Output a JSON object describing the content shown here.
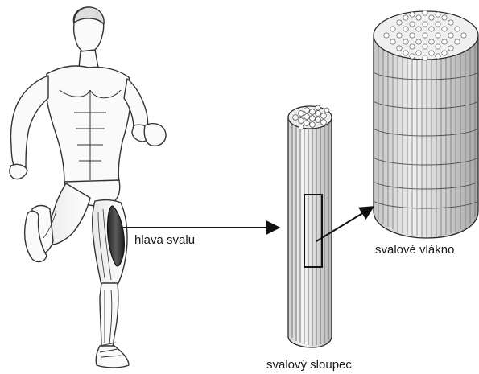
{
  "labels": {
    "muscle_head": "hlava svalu",
    "muscle_column": "svalový sloupec",
    "muscle_fiber": "svalové vlákno"
  },
  "colors": {
    "ink": "#1a1a1a",
    "muscle_highlight": "#3a3a3a",
    "paper": "#ffffff"
  },
  "icons": {
    "figure": "running-man-anatomy-icon",
    "column": "muscle-column-cylinder-icon",
    "fiber": "muscle-fiber-cylinder-icon"
  }
}
